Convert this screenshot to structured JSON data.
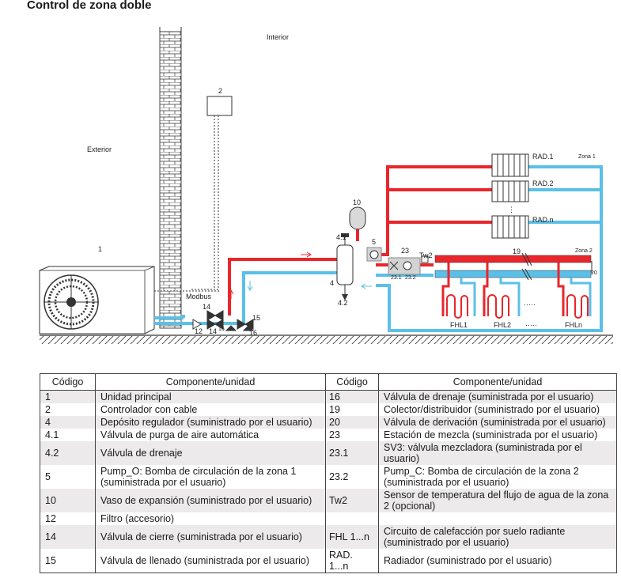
{
  "title": "Control de zona doble",
  "diagram": {
    "labels": {
      "interior": "Interior",
      "exterior": "Exterior",
      "unit": "1",
      "controller": "2",
      "modbus": "Modbus",
      "zona1": "Zona 1",
      "zona2": "Zona 2",
      "rad1": "RAD.1",
      "rad2": "RAD.2",
      "radn": "RAD.n",
      "dots": "⋮",
      "n10": "10",
      "n41": "4.1",
      "n5": "5",
      "n23": "23",
      "tw2": "Tw2",
      "n19": "19",
      "n20": "20",
      "n231": "23.1",
      "n232": "23.2",
      "n4": "4",
      "n42": "4.2",
      "n14a": "14",
      "n14b": "14",
      "n12": "12",
      "n16a": "16",
      "n15": "15",
      "n16b": "16",
      "fhl1": "FHL1",
      "fhl2": "FHL2",
      "fhln": "FHLn",
      "ellipsis1": "·····",
      "ellipsis2": "·····"
    }
  },
  "table": {
    "headers": [
      "Código",
      "Componente/unidad",
      "Código",
      "Componente/unidad"
    ],
    "rows": [
      {
        "c1": "1",
        "d1": "Unidad principal",
        "c2": "16",
        "d2": "Válvula de drenaje (suministrada por el usuario)"
      },
      {
        "c1": "2",
        "d1": "Controlador con cable",
        "c2": "19",
        "d2": "Colector/distribuidor (suministrado por el usuario)"
      },
      {
        "c1": "4",
        "d1": "Depósito regulador (suministrado por el usuario)",
        "c2": "20",
        "d2": "Válvula de derivación (suministrada por el usuario)"
      },
      {
        "c1": "4.1",
        "d1": "Válvula de purga de aire automática",
        "c2": "23",
        "d2": "Estación de mezcla (suministrada por el usuario)"
      },
      {
        "c1": "4.2",
        "d1": "Válvula de drenaje",
        "c2": "23.1",
        "d2": "SV3: válvula mezcladora (suministrada por el usuario)"
      },
      {
        "c1": "5",
        "d1": "Pump_O: Bomba de circulación de la zona 1 (suministrada por el usuario)",
        "c2": "23.2",
        "d2": "Pump_C: Bomba de circulación de la zona 2 (suministrada por el usuario)"
      },
      {
        "c1": "10",
        "d1": "Vaso de expansión (suministrado por el usuario)",
        "c2": "Tw2",
        "d2": "Sensor de temperatura del flujo de agua de la zona 2 (opcional)"
      },
      {
        "c1": "12",
        "d1": "Filtro (accesorio)",
        "c2": "",
        "d2": ""
      },
      {
        "c1": "14",
        "d1": "Válvula de cierre (suministrada por el usuario)",
        "c2": "FHL 1...n",
        "d2": "Circuito de calefacción por suelo radiante (suministrado por el usuario)"
      },
      {
        "c1": "15",
        "d1": "Válvula de llenado (suministrada por el usuario)",
        "c2": "RAD. 1...n",
        "d2": "Radiador (suministrado por el usuario)"
      }
    ]
  },
  "colors": {
    "supply": "#e8262b",
    "return": "#5bc0e8",
    "line": "#222222"
  }
}
